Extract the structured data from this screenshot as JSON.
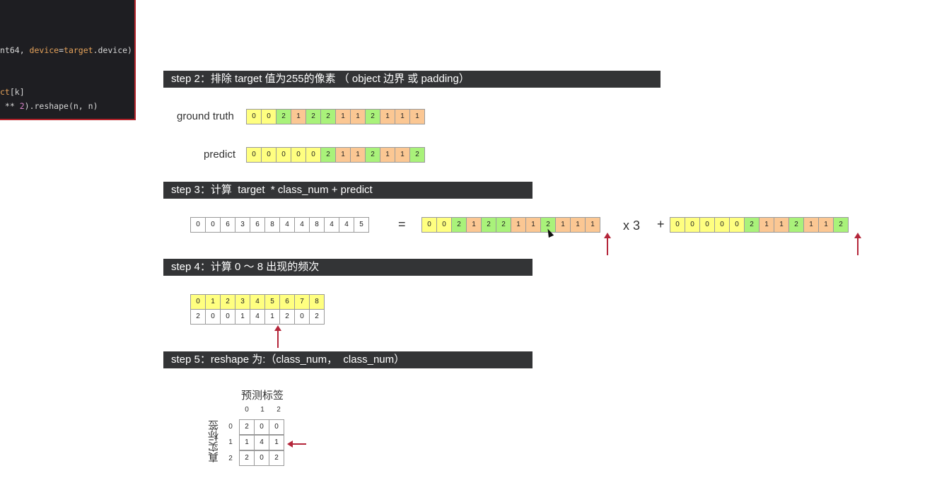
{
  "code_panel": {
    "line1": {
      "a": "nt64, ",
      "b": "device",
      "c": "=",
      "d": "target",
      "e": ".device)"
    },
    "line2": {
      "a": "ct",
      "b": "[k]"
    },
    "line3": {
      "a": " ** ",
      "b": "2",
      "c": ").reshape(n, n)"
    }
  },
  "step2": {
    "title": "step 2：排除 target 值为255的像素 （ object 边界 或 padding）",
    "gt_label": "ground truth",
    "pred_label": "predict",
    "ground_truth": [
      0,
      0,
      2,
      1,
      2,
      2,
      1,
      1,
      2,
      1,
      1,
      1
    ],
    "predict": [
      0,
      0,
      0,
      0,
      0,
      2,
      1,
      1,
      2,
      1,
      1,
      2
    ]
  },
  "step3": {
    "title": "step 3：计算  target  * class_num + predict",
    "result": [
      0,
      0,
      6,
      3,
      6,
      8,
      4,
      4,
      8,
      4,
      4,
      5
    ],
    "equals": "=",
    "times": "x 3",
    "plus": "+"
  },
  "step4": {
    "title": "step 4：计算 0 ～ 8 出现的频次",
    "bins": [
      0,
      1,
      2,
      3,
      4,
      5,
      6,
      7,
      8
    ],
    "counts": [
      2,
      0,
      0,
      1,
      4,
      1,
      2,
      0,
      2
    ]
  },
  "step5": {
    "title": "step 5：reshape 为:（class_num，  class_num）",
    "col_title": "预测标签",
    "row_title": "真实标签",
    "col_ticks": [
      "0",
      "1",
      "2"
    ],
    "row_ticks": [
      "0",
      "1",
      "2"
    ],
    "matrix": [
      [
        2,
        0,
        0
      ],
      [
        1,
        4,
        1
      ],
      [
        2,
        0,
        2
      ]
    ]
  },
  "colors": {
    "class0": "#ffff80",
    "class1": "#fbc793",
    "class2": "#a9f27a",
    "arrow": "#b4263a",
    "bar": "#333436"
  }
}
